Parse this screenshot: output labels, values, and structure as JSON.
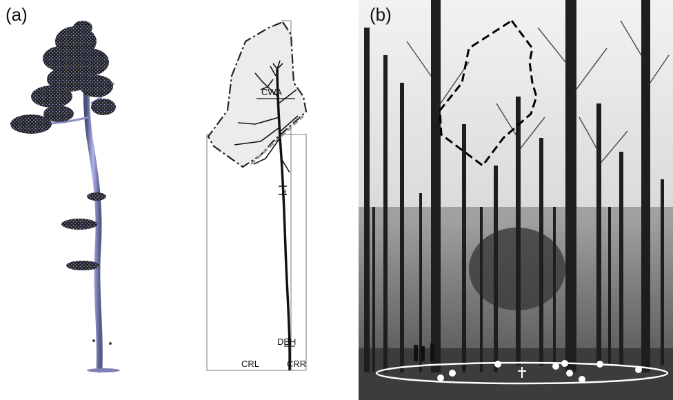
{
  "panels": {
    "a": {
      "label": "(a)",
      "diagram_labels": {
        "cwa": "CWA",
        "h": "H",
        "dbh": "DBH",
        "crl": "CRL",
        "crr": "CRR"
      }
    },
    "b": {
      "label": "(b)"
    }
  }
}
